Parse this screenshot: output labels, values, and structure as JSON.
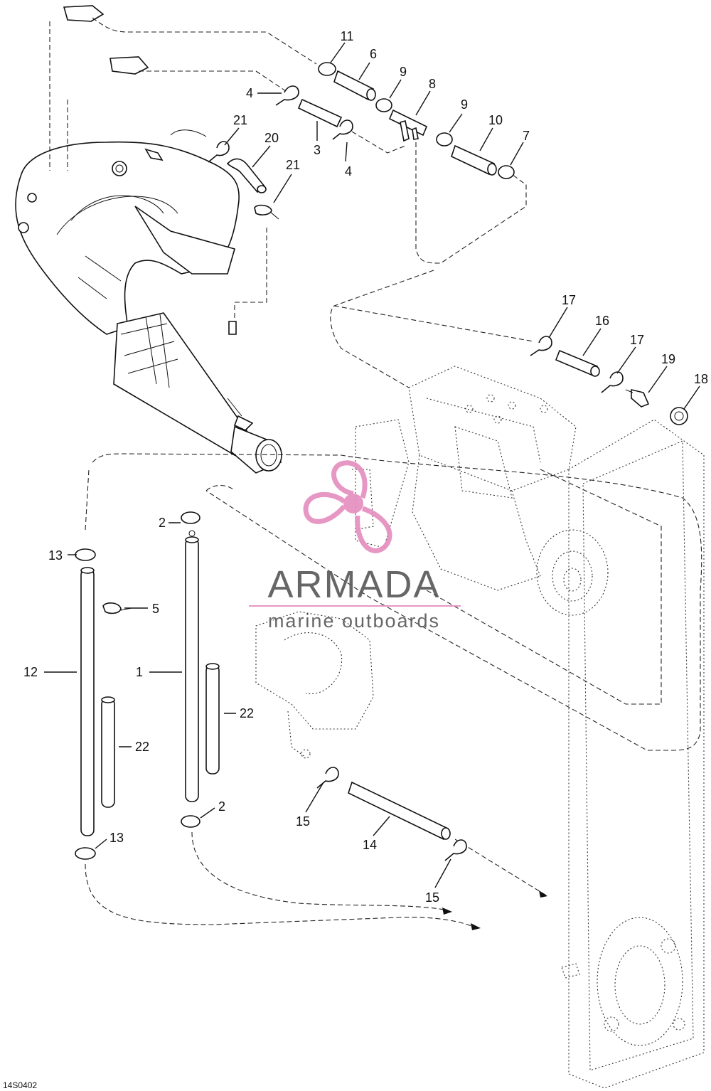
{
  "diagram_code": "14S0402",
  "watermark": {
    "brand": "ARMADA",
    "tagline": "marine outboards",
    "accent_color": "#e58fbf",
    "icon": "propeller-logo-icon"
  },
  "callouts": {
    "c1": "1",
    "c2a": "2",
    "c2b": "2",
    "c3": "3",
    "c4a": "4",
    "c4b": "4",
    "c5": "5",
    "c6": "6",
    "c7": "7",
    "c8": "8",
    "c9a": "9",
    "c9b": "9",
    "c10": "10",
    "c11": "11",
    "c12": "12",
    "c13a": "13",
    "c13b": "13",
    "c14": "14",
    "c15a": "15",
    "c15b": "15",
    "c16": "16",
    "c17a": "17",
    "c17b": "17",
    "c18": "18",
    "c19": "19",
    "c20": "20",
    "c21a": "21",
    "c21b": "21",
    "c22a": "22",
    "c22b": "22"
  }
}
